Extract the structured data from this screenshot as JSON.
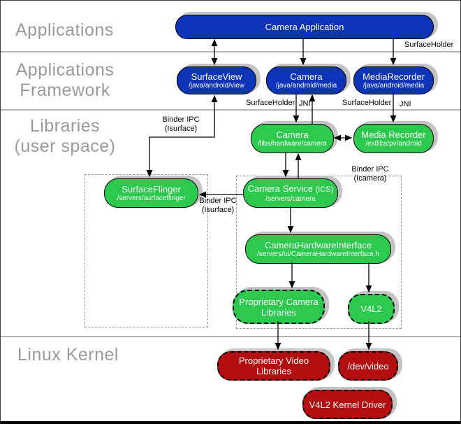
{
  "layers": {
    "applications": "Applications",
    "framework_line1": "Applications",
    "framework_line2": "Framework",
    "libraries_line1": "Libraries",
    "libraries_line2": "(user space)",
    "linux_kernel": "Linux Kernel"
  },
  "nodes": {
    "camera_application": {
      "title": "Camera Application"
    },
    "surface_view": {
      "title": "SurfaceView",
      "path": "/java/android/view"
    },
    "camera_java": {
      "title": "Camera",
      "path": "/java/android/media"
    },
    "media_recorder_java": {
      "title": "MediaRecorder",
      "path": "/java/android/media"
    },
    "camera_libs": {
      "title": "Camera",
      "path": "/libs/hardware/camera"
    },
    "media_recorder_native": {
      "title": "Media Recorder",
      "path": "/extlibs/pv/android"
    },
    "surface_flinger": {
      "title": "SurfaceFlinger",
      "path": "/servers/surfaceflinger"
    },
    "camera_service": {
      "title": "Camera Service",
      "suffix": "(ICS)",
      "path": "/servers/camera"
    },
    "camera_hardware_interface": {
      "title": "CameraHardwareInterface",
      "path": "/servers/ui/CameraHardwareInterface.h"
    },
    "proprietary_camera_libraries": {
      "title": "Proprietary Camera Libraries"
    },
    "v4l2": {
      "title": "V4L2"
    },
    "proprietary_video_libraries": {
      "title": "Proprietary Video Libraries"
    },
    "dev_video": {
      "title": "/dev/video"
    },
    "v4l2_kernel_driver": {
      "title": "V4L2 Kernel Driver"
    }
  },
  "edge_labels": {
    "surfaceholder_top": "SurfaceHolder",
    "surfaceholder_camera": "SurfaceHolder",
    "jni_camera": "JNI",
    "surfaceholder_mediarecorder": "SurfaceHolder",
    "jni_mediarecorder": "JNI",
    "binder_isurface_upper_line1": "Binder IPC",
    "binder_isurface_upper_line2": "(Isurface)",
    "binder_icamera_line1": "Binder IPC",
    "binder_icamera_line2": "(Icamera)",
    "binder_isurface_lower_line1": "Binder IPC",
    "binder_isurface_lower_line2": "(Isurface)"
  },
  "colors": {
    "framework_box_blue": "#0d33b8",
    "library_box_green": "#2dc84e",
    "kernel_box_red": "#b30f10",
    "box_shadow_gray": "#c4c4c4",
    "layer_label_gray": "#9a9a9a",
    "separator_gray": "#b3b3b3"
  }
}
